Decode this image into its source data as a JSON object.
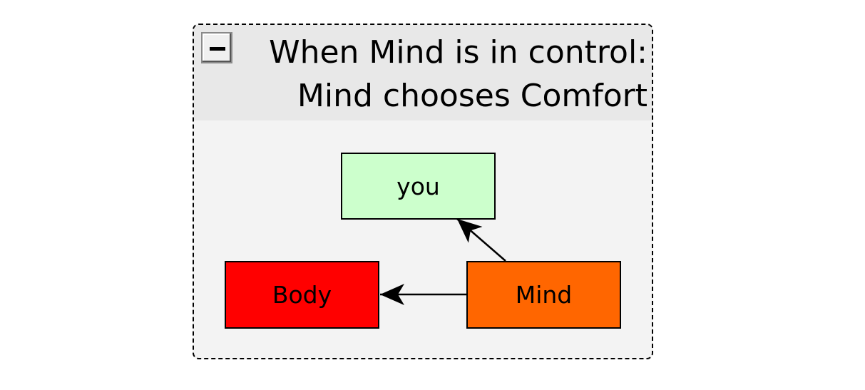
{
  "group": {
    "title_line1": "When Mind is in control:",
    "title_line2": "Mind chooses Comfort",
    "collapse_icon": "minus-icon"
  },
  "nodes": {
    "you": {
      "label": "you",
      "color": "#ccffcc"
    },
    "body": {
      "label": "Body",
      "color": "#ff0000"
    },
    "mind": {
      "label": "Mind",
      "color": "#ff6600"
    }
  },
  "edges": [
    {
      "from": "Mind",
      "to": "you"
    },
    {
      "from": "Mind",
      "to": "Body"
    }
  ]
}
